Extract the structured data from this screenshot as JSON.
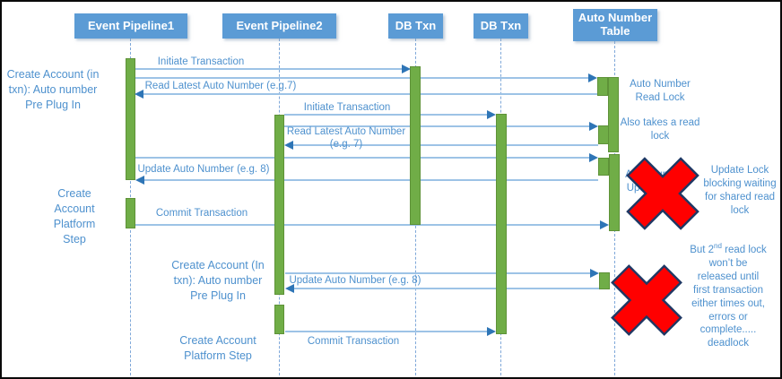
{
  "colors": {
    "actor_fill": "#5B9BD5",
    "actor_text": "#FFFFFF",
    "activation_bar": "#70AD47",
    "message_line": "#9DC3E6",
    "arrowhead": "#2E75B6",
    "label_text": "#4E91CE",
    "error_x_fill": "#FF0000",
    "error_x_outline": "#1F3864"
  },
  "actors": [
    {
      "label": "Event Pipeline1"
    },
    {
      "label": "Event Pipeline2"
    },
    {
      "label": "DB Txn"
    },
    {
      "label": "DB Txn"
    },
    {
      "label": "Auto Number\nTable"
    }
  ],
  "messages": [
    {
      "label": "Initiate Transaction",
      "from": "Event Pipeline1",
      "to": "DB Txn (first)"
    },
    {
      "label": "",
      "from": "Event Pipeline1",
      "to": "Auto Number Table"
    },
    {
      "label": "Read Latest Auto Number (e.g.7)",
      "from": "Auto Number Table",
      "to": "Event Pipeline1"
    },
    {
      "label": "Initiate Transaction",
      "from": "Event Pipeline2",
      "to": "DB Txn (second)"
    },
    {
      "label": "",
      "from": "Event Pipeline2",
      "to": "Auto Number Table"
    },
    {
      "label": "Read Latest Auto Number\n(e.g. 7)",
      "from": "Auto Number Table",
      "to": "Event Pipeline2"
    },
    {
      "label": "",
      "from": "Event Pipeline1",
      "to": "Auto Number Table"
    },
    {
      "label": "Update Auto Number (e.g. 8)",
      "from": "Auto Number Table",
      "to": "Event Pipeline1"
    },
    {
      "label": "Commit Transaction",
      "from": "Event Pipeline1",
      "to": "Auto Number Table"
    },
    {
      "label": "",
      "from": "Event Pipeline2",
      "to": "Auto Number Table"
    },
    {
      "label": "Update Auto Number (e.g. 8)",
      "from": "Auto Number Table",
      "to": "Event Pipeline2"
    },
    {
      "label": "Commit Transaction",
      "from": "Event Pipeline2",
      "to": "DB Txn (second)"
    }
  ],
  "phase_labels": [
    "Create Account (in\ntxn): Auto number\nPre Plug In",
    "Create\nAccount\nPlatform\nStep",
    "Create Account (In\ntxn): Auto number\nPre Plug In",
    "Create Account\nPlatform Step"
  ],
  "annotations": [
    "Auto Number\nRead Lock",
    "Also takes a read\nlock",
    "Auto Number\nUpdate Lock",
    "Update Lock\nblocking waiting\nfor shared read\nlock",
    {
      "pre": "But 2",
      "sup": "nd",
      "post": " read lock\nwon’t be\nreleased until\nfirst transaction\neither times out,\nerrors or\ncomplete.....\ndeadlock"
    }
  ]
}
